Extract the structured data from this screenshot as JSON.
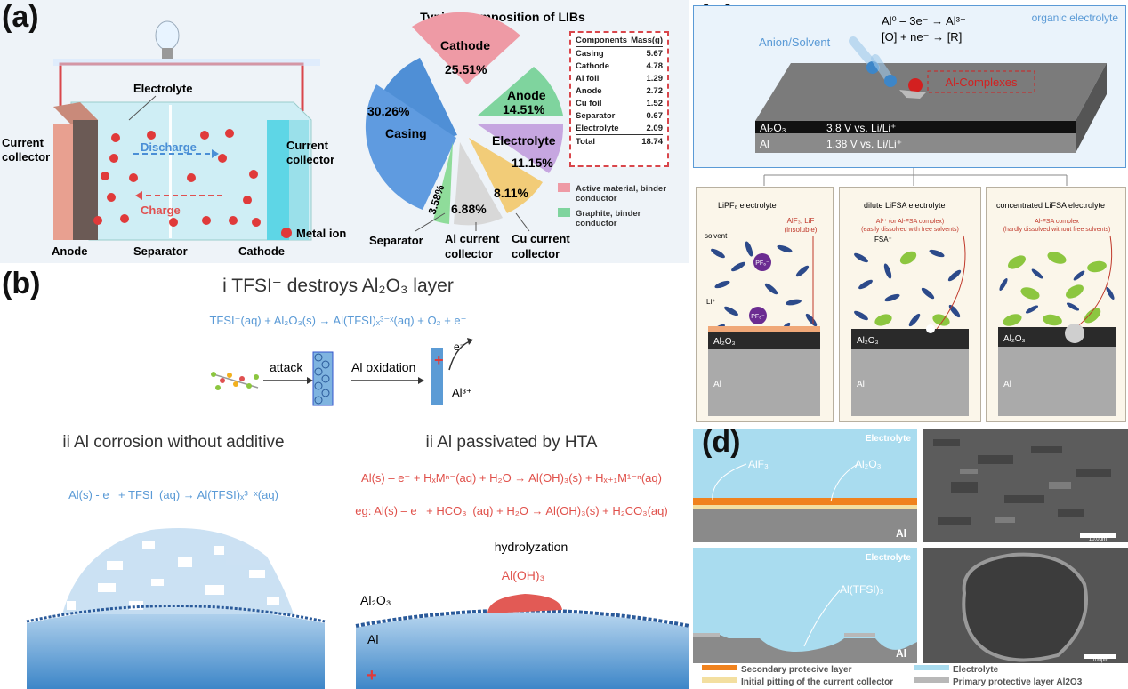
{
  "panel_a": {
    "label": "(a)",
    "battery": {
      "electrolyte": "Electrolyte",
      "left_collector": "Current\ncollector",
      "right_collector": "Current\ncollector",
      "discharge": "Discharge",
      "charge": "Charge",
      "anode": "Anode",
      "separator": "Separator",
      "cathode": "Cathode",
      "metal_ion": "Metal ion"
    },
    "pie_title": "Typical composition of LIBs",
    "pie_labels": {
      "cathode": [
        "Cathode",
        "25.51%"
      ],
      "anode": [
        "Anode",
        "14.51%"
      ],
      "electrolyte": [
        "Electrolyte",
        "11.15%"
      ],
      "casing": [
        "30.26%",
        "Casing"
      ],
      "separator_pct": "3.58%",
      "al_pct": "6.88%",
      "cu_pct": "8.11%",
      "separator": "Separator",
      "al": [
        "Al current",
        "collector"
      ],
      "cu": [
        "Cu current",
        "collector"
      ]
    },
    "pie_legend": [
      {
        "label": "Active material, binder conductor",
        "color": "#e98a97"
      },
      {
        "label": "Graphite, binder conductor",
        "color": "#7dcf9a"
      }
    ],
    "table": {
      "headers": [
        "Components",
        "Mass(g)"
      ],
      "rows": [
        [
          "Casing",
          "5.67"
        ],
        [
          "Cathode",
          "4.78"
        ],
        [
          "Al foil",
          "1.29"
        ],
        [
          "Anode",
          "2.72"
        ],
        [
          "Cu foil",
          "1.52"
        ],
        [
          "Separator",
          "0.67"
        ],
        [
          "Electrolyte",
          "2.09"
        ]
      ],
      "total": [
        "Total",
        "18.74"
      ]
    }
  },
  "panel_b": {
    "label": "(b)",
    "title_i": "i TFSI⁻ destroys Al₂O₃ layer",
    "eq_i": "TFSI⁻(aq) + Al₂O₃(s) → Al(TFSI)ₓ³⁻ˣ(aq) + O₂ + e⁻",
    "attack": "attack",
    "al_oxidation": "Al oxidation",
    "e_minus": "e⁻",
    "al3": "Al³⁺",
    "title_ii_left": "ii  Al corrosion without additive",
    "eq_ii_left": "Al(s) - e⁻ + TFSI⁻(aq) → Al(TFSI)ₓ³⁻ˣ(aq)",
    "title_ii_right": "ii  Al passivated by HTA",
    "eq_ii_right_1": "Al(s) – e⁻ + HₓMⁿ⁻(aq) + H₂O → Al(OH)₃(s) + Hₓ₊₁M¹⁻ⁿ(aq)",
    "eq_ii_right_2": "eg: Al(s) – e⁻ + HCO₃⁻(aq) + H₂O → Al(OH)₃(s) + H₂CO₃(aq)",
    "hydrolyzation": "hydrolyzation",
    "aloh3": "Al(OH)₃",
    "al2o3": "Al₂O₃",
    "al": "Al"
  },
  "panel_c": {
    "label": "(c)",
    "organic_electrolyte": "organic electrolyte",
    "anion_solvent": "Anion/Solvent",
    "eq1": "Al⁰ – 3e⁻ → Al³⁺",
    "eq2": "[O] + ne⁻ → [R]",
    "al_complexes": "Al-Complexes",
    "layer1_name": "Al₂O₃",
    "layer1_val": "3.8 V vs. Li/Li⁺",
    "layer2_name": "Al",
    "layer2_val": "1.38 V vs. Li/Li⁺",
    "boxes": [
      {
        "title": "LiPF₆ electrolyte",
        "note": "AlF₃, LiF\n(insoluble)",
        "extra": "solvent",
        "li": "Li⁺",
        "pf": "PF₆⁻",
        "ox": "Al₂O₃",
        "al": "Al"
      },
      {
        "title": "dilute LiFSA electrolyte",
        "note": "Al³⁺ (or Al-FSA complex)\n(easily dissolved with free solvents)",
        "extra": "FSA⁻",
        "ox": "Al₂O₃",
        "al": "Al"
      },
      {
        "title": "concentrated LiFSA electrolyte",
        "note": "Al-FSA complex\n(hardly dissolved without free solvents)",
        "extra": "",
        "ox": "Al₂O₃",
        "al": "Al"
      }
    ]
  },
  "panel_d": {
    "label": "(d)",
    "electrolyte": "Electrolyte",
    "alf3": "AlF₃",
    "al2o3": "Al₂O₃",
    "altfsi": "Al(TFSI)₃",
    "al": "Al",
    "scale1": "10.0μm",
    "scale2": "100μm",
    "legend": [
      {
        "label": "Secondary protecive layer",
        "color": "#f0821e"
      },
      {
        "label": "Electrolyte",
        "color": "#a9dcef"
      },
      {
        "label": "Initial pitting of the current collector",
        "color": "#f3dfa0"
      },
      {
        "label": "Primary protective layer Al2O3",
        "color": "#b8b8b8"
      }
    ]
  }
}
